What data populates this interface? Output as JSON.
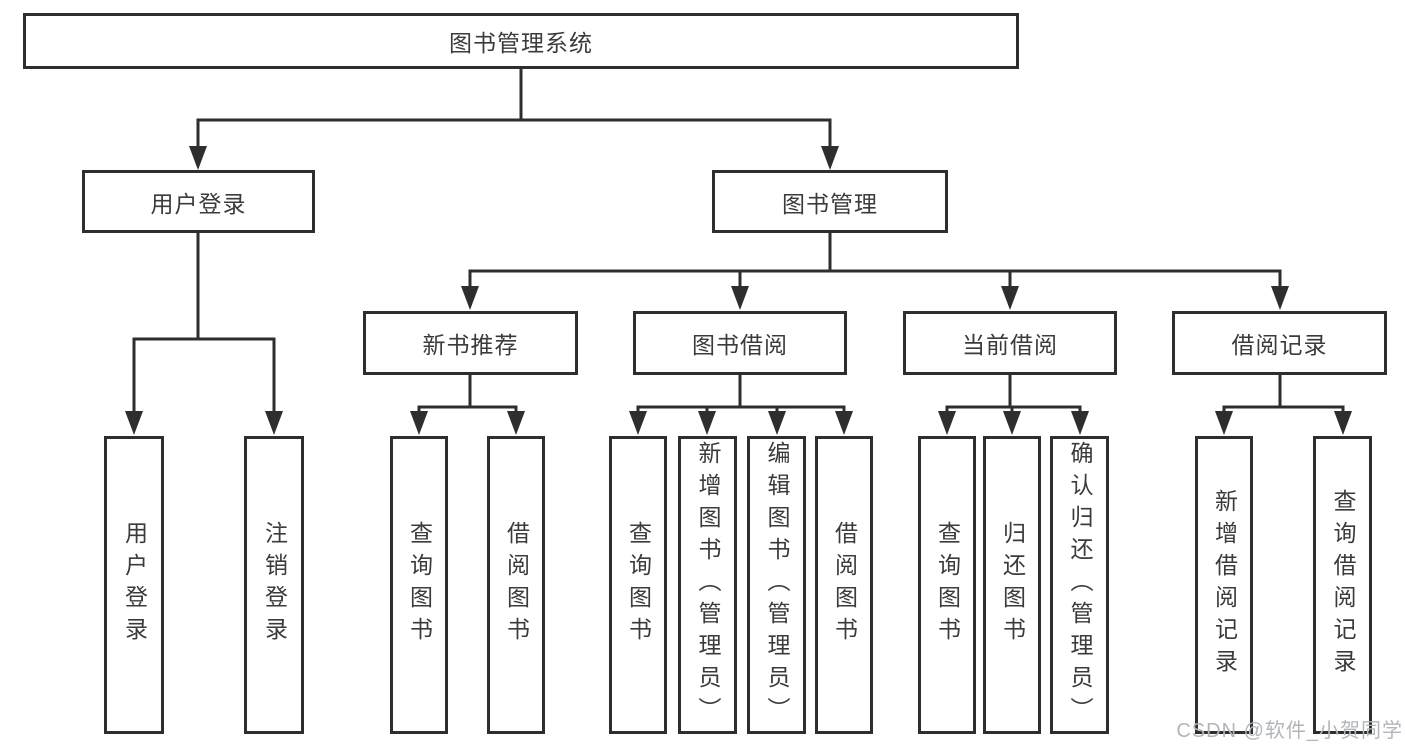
{
  "diagram": {
    "title": "图书管理系统",
    "level2": {
      "userLogin": "用户登录",
      "bookMgmt": "图书管理"
    },
    "level3": {
      "newBookRec": "新书推荐",
      "bookBorrow": "图书借阅",
      "currentBorrow": "当前借阅",
      "borrowRecords": "借阅记录"
    },
    "leaves": {
      "userLogin": [
        "用户登录",
        "注销登录"
      ],
      "newBookRec": [
        "查询图书",
        "借阅图书"
      ],
      "bookBorrow": [
        "查询图书",
        "新增图书（管理员）",
        "编辑图书（管理员）",
        "借阅图书"
      ],
      "currentBorrow": [
        "查询图书",
        "归还图书",
        "确认归还（管理员）"
      ],
      "borrowRecords": [
        "新增借阅记录",
        "查询借阅记录"
      ]
    }
  },
  "watermark": "CSDN @软件_小贺同学",
  "colors": {
    "line": "#2e2e2e",
    "text": "#3b3b3b",
    "watermark": "#b2b6ba",
    "background": "#ffffff"
  }
}
